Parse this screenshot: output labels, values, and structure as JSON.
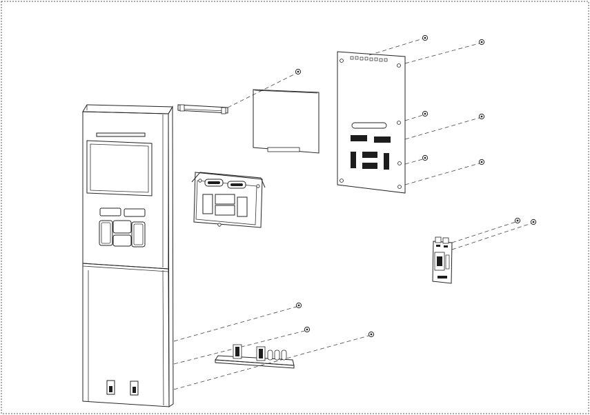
{
  "drawing": {
    "type": "exploded-assembly-view",
    "colors": {
      "line": "#222222",
      "background": "#ffffff",
      "border": "#555555"
    },
    "parts": [
      "front-panel-housing",
      "connector-strip",
      "display-screen",
      "main-circuit-board",
      "keypad-bracket",
      "small-circuit-board",
      "lower-circuit-board",
      "screws"
    ]
  }
}
